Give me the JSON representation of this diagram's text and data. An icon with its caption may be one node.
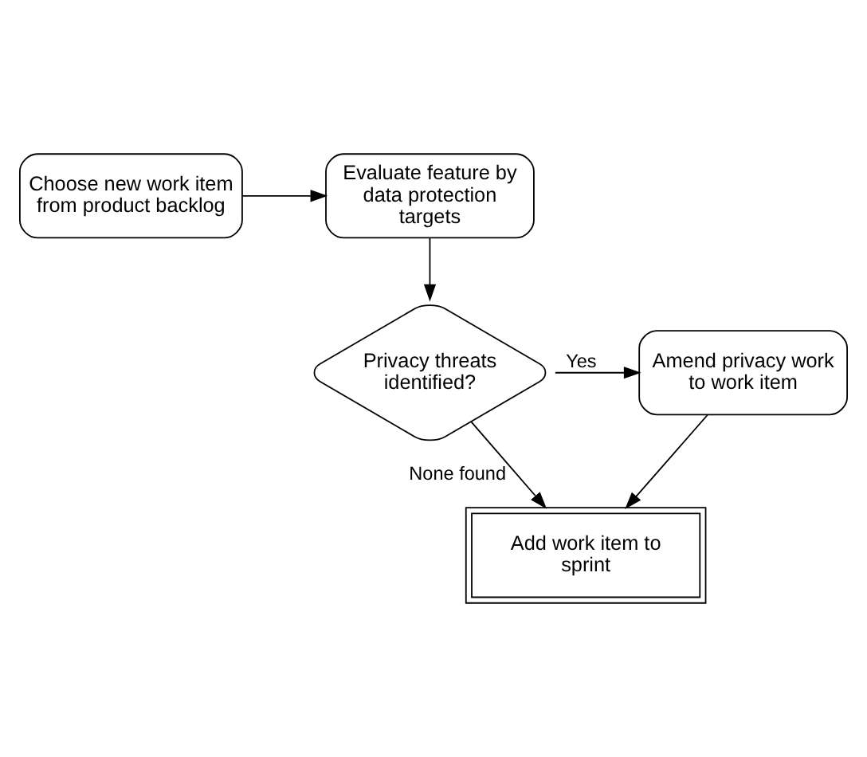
{
  "diagram": {
    "nodes": [
      {
        "text": [
          "Choose new work item from product backlog"
        ]
      },
      {
        "text": [
          "Evaluate feature by data protection targets"
        ]
      },
      {
        "text": [
          "Privacy threats identified?"
        ]
      },
      {
        "text": [
          "Amend privacy work to work item"
        ]
      },
      {
        "text": [
          "Add work item to sprint"
        ]
      }
    ],
    "edges": [
      {
        "from": 0,
        "to": 1,
        "arrow": "to"
      },
      {
        "from": 1,
        "to": 2,
        "arrow": "to"
      },
      {
        "from": 2,
        "to": 3,
        "arrow": "to",
        "label": "Yes"
      },
      {
        "from": 2,
        "to": 4,
        "arrow": "to",
        "label": "None found"
      },
      {
        "from": 3,
        "to": 4,
        "arrow": "to"
      }
    ]
  }
}
